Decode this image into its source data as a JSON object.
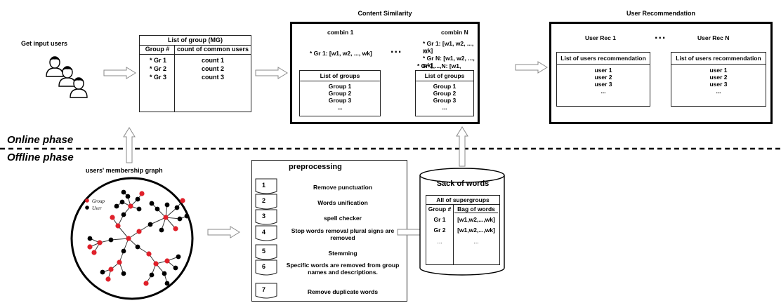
{
  "get_input_users": "Get input users",
  "mg_table": {
    "title": "List of group (MG)",
    "col1": "Group #",
    "col2": "count of common users",
    "groups": [
      "* Gr 1",
      "* Gr 2",
      "* Gr 3"
    ],
    "counts": [
      "count 1",
      "count 2",
      "count 3"
    ]
  },
  "content_similarity": {
    "title": "Content Similarity",
    "combin1": {
      "label": "combin 1",
      "formula": "* Gr 1: [w1, w2, ..., wk]",
      "list_title": "List of groups",
      "items": [
        "Group 1",
        "Group 2",
        "Group 3",
        "..."
      ]
    },
    "ellipsis": "...",
    "combinN": {
      "label": "combin N",
      "line1": "* Gr 1: [w1, w2, ..., wk]",
      "line2": "...",
      "line3": "* Gr N: [w1, w2, ..., wk]",
      "line4": "* Gr 1,...,N: [w1, w2,..., wNk]",
      "list_title": "List of groups",
      "items": [
        "Group 1",
        "Group 2",
        "Group 3",
        "..."
      ]
    }
  },
  "user_recommendation": {
    "title": "User Recommendation",
    "rec1_label": "User Rec 1",
    "recN_label": "User Rec N",
    "ellipsis": "...",
    "list_title": "List of users recommendation",
    "items": [
      "user 1",
      "user 2",
      "user 3",
      "..."
    ]
  },
  "online_phase": "Online phase",
  "offline_phase": "Offline phase",
  "membership_graph": {
    "title": "users' membership graph",
    "legend_group": "Group",
    "legend_user": "User"
  },
  "preprocessing": {
    "title": "preprocessing",
    "steps": [
      {
        "num": "1",
        "label": "Remove punctuation"
      },
      {
        "num": "2",
        "label": "Words unification"
      },
      {
        "num": "3",
        "label": "spell checker"
      },
      {
        "num": "4",
        "label": "Stop words removal plural signs are removed"
      },
      {
        "num": "5",
        "label": "Stemming"
      },
      {
        "num": "6",
        "label": "Specific words are removed from group names and descriptions."
      },
      {
        "num": "7",
        "label": "Remove duplicate words"
      }
    ]
  },
  "sack": {
    "title": "Sack of words",
    "table_title": "All of supergroups",
    "col1": "Group #",
    "col2": "Bag of words",
    "rows": [
      {
        "group": "Gr 1",
        "bag": "[w1,w2,...,wk]"
      },
      {
        "group": "Gr 2",
        "bag": "[w1,w2,...,wk]"
      },
      {
        "group": "...",
        "bag": "..."
      }
    ]
  },
  "colors": {
    "group_node": "#e0202a",
    "user_node": "#000000",
    "arrow_fill": "#ffffff",
    "arrow_stroke": "#8a8a8a"
  }
}
